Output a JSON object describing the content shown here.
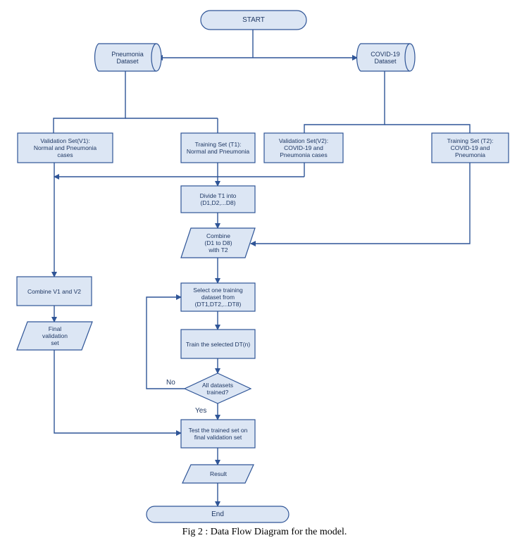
{
  "nodes": {
    "start": "START",
    "pneumonia_dataset": "Pneumonia\nDataset",
    "covid_dataset": "COVID-19\nDataset",
    "validation_v1": "Validation Set(V1):\nNormal and Pneumonia\ncases",
    "training_t1": "Training Set (T1):\nNormal and Pneumonia",
    "validation_v2": "Validation Set(V2):\nCOVID-19 and\nPneumonia cases",
    "training_t2": "Training Set (T2):\nCOVID-19 and\nPneumonia",
    "divide_t1": "Divide T1 into\n(D1,D2,...D8)",
    "combine": "Combine\n(D1 to D8)\nwith  T2",
    "combine_v1_v2": "Combine V1 and V2",
    "final_validation": "Final\nvalidation\nset",
    "select_training": "Select one training\ndataset from\n(DT1,DT2,...DT8)",
    "train_selected": "Train the selected DT(n)",
    "all_trained": "All datasets\ntrained?",
    "test_trained": "Test the trained set on\nfinal validation set",
    "result": "Result",
    "end": "End"
  },
  "edges": {
    "no": "No",
    "yes": "Yes"
  },
  "caption": "Fig 2 : Data Flow Diagram for the model."
}
